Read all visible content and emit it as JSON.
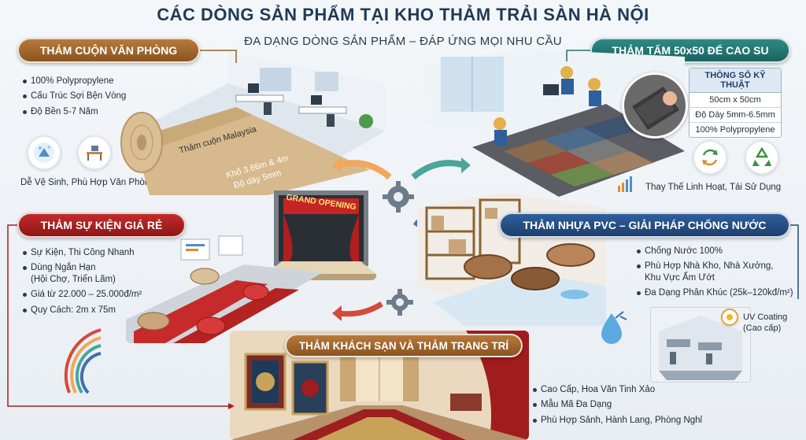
{
  "header": {
    "title": "CÁC DÒNG SẢN PHẨM TẠI KHO THẢM TRẢI SÀN HÀ NỘI",
    "subtitle": "ĐA DẠNG DÒNG SẢN PHẨM – ĐÁP ỨNG MỌI NHU CẦU"
  },
  "office": {
    "label": "THẢM CUỘN VĂN PHÒNG",
    "features": [
      "100% Polypropylene",
      "Cấu Trúc Sợi Bện Vòng",
      "Độ Bền 5-7 Năm"
    ],
    "caption": "Dễ Vệ Sinh,  Phù Hợp Văn Phòng",
    "roll_text": "Thảm cuộn Malaysia",
    "dim_width": "Khổ 3.66m & 4m",
    "dim_thickness": "Độ dày 5mm"
  },
  "tile": {
    "label": "THẢM TẤM 50x50 ĐẾ CAO SU",
    "spec_header": "THÔNG SỐ KỸ THUẬT",
    "specs": [
      "50cm x 50cm",
      "Độ Dày 5mm-6.5mm",
      "100% Polypropylene"
    ],
    "caption": "Thay Thế Linh Hoạt,  Tái Sử Dụng"
  },
  "event": {
    "label": "THẢM SỰ KIỆN GIÁ RẺ",
    "features": [
      "Sự Kiện, Thi Công Nhanh",
      "Dùng Ngắn Hạn\n(Hội Chợ, Triển Lãm)",
      "Giá từ 22.000 – 25.000đ/m²",
      "Quy Cách: 2m x 75m"
    ],
    "banner": "GRAND OPENING"
  },
  "pvc": {
    "label": "THẢM NHỰA PVC – GIẢI PHÁP CHỐNG NƯỚC",
    "features": [
      "Chống Nước 100%",
      "Phù Hợp Nhà Kho, Nhà Xưởng,\nKhu Vực Ẩm Ướt",
      "Đa Dạng Phân Khúc (25k–120kđ/m²)"
    ],
    "coating": "UV Coating\n(Cao cấp)"
  },
  "hotel": {
    "label": "THẢM KHÁCH SẠN VÀ THẢM TRANG TRÍ",
    "features": [
      "Cao Cấp, Hoa Văn Tinh Xảo",
      "Mẫu Mã Đa Dạng",
      "Phù Hợp Sảnh, Hành Lang, Phòng Nghỉ"
    ]
  },
  "colors": {
    "brown": "#9a5f26",
    "teal": "#1f716d",
    "red": "#a81f1f",
    "blue": "#24497f",
    "carpet_red": "#c62a2a"
  }
}
